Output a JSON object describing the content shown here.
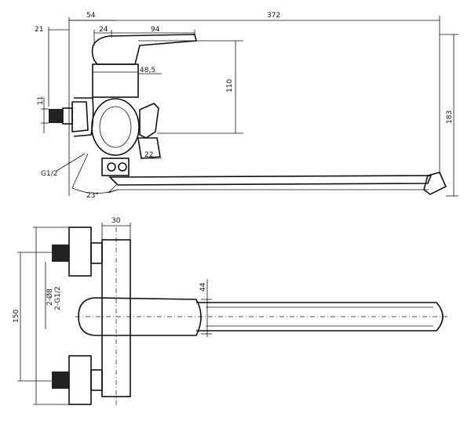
{
  "colors": {
    "ink": "#111111",
    "paper": "#ffffff"
  },
  "top_view": {
    "dims": {
      "d21": "21",
      "d54": "54",
      "d24": "24",
      "d94": "94",
      "d372": "372",
      "d48_5": "48,5",
      "d110": "110",
      "d183": "183",
      "d11": "11",
      "d22": "22",
      "d23deg": "23°",
      "thread": "G1/2"
    }
  },
  "bottom_view": {
    "dims": {
      "d30": "30",
      "d44": "44",
      "d150": "150",
      "dia": "2-Ø8",
      "thread2": "2-G1/2"
    }
  }
}
